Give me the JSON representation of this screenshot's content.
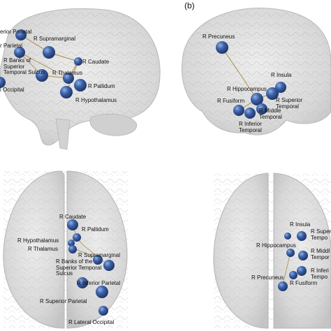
{
  "panel_label": "(b)",
  "labels": {
    "p1_superior_parietal": "erior Parietal",
    "p1_supramarginal": "R Supramarginal",
    "p1_inferior_parietal": "r Parietal",
    "p1_banks": "R Banks of\nSuperior\nTemporal Sulcus",
    "p1_caudate": "R Caudate",
    "p1_thalamus": "R Thalamus",
    "p1_pallidum": "R Pallidum",
    "p1_lateral_occipital": "l Occipital",
    "p1_hypothalamus": "R Hypothalamus",
    "p2_precuneus": "R Precuneus",
    "p2_insula": "R Insula",
    "p2_hippocampus": "R Hippocampus",
    "p2_superior_temporal": "R Superior\nTemporal",
    "p2_fusiform": "R Fusiform",
    "p2_middle_temporal": "R Middle\nTemporal",
    "p2_inferior_temporal": "R Inferior\nTemporal",
    "p3_caudate": "R Caudate",
    "p3_pallidum": "R Pallidum",
    "p3_hypothalamus": "R Hypothalamus",
    "p3_thalamus": "R Thalamus",
    "p3_supramarginal": "R Supramarginal",
    "p3_banks": "R Banks of the\nSuperior Temporal\nSulcus",
    "p3_inferior_parietal": "R Inferior Parietal",
    "p3_superior_parietal": "R Superior Parietal",
    "p3_lateral_occipital": "R Lateral Occipital",
    "p4_insula": "R Insula",
    "p4_superior_temporal": "R Superi\nTempo",
    "p4_hippocampus": "R Hippocampus",
    "p4_middle_temporal": "R Middl\nTempor",
    "p4_inferior_temporal": "R Inferi\nTempo",
    "p4_precuneus": "R Precuneus",
    "p4_fusiform": "R Fusiform"
  },
  "colors": {
    "node": "#2f4f8f",
    "node_light": "#6d8cc4",
    "edge": "#b79a63",
    "brain_fill": "#d9d9d9",
    "brain_stroke": "#b5b5b5"
  }
}
